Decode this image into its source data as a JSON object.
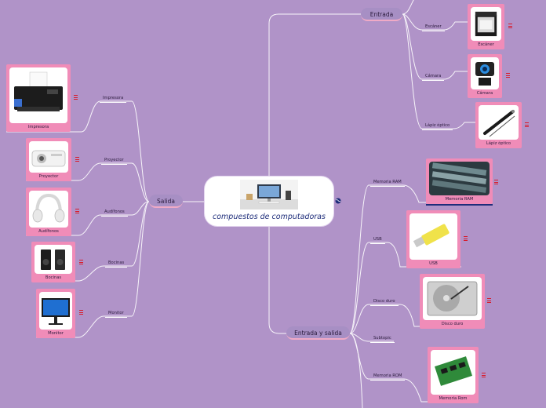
{
  "root": {
    "title": "compuestos de computadoras",
    "image_icon": "computer-setup-image"
  },
  "branches": {
    "entrada": "Entrada",
    "salida": "Salida",
    "entrada_salida": "Entrada y salida"
  },
  "entrada": {
    "escaner": {
      "label": "Escáner",
      "caption": "Escáner"
    },
    "camara": {
      "label": "Cámara",
      "caption": "Cámara"
    },
    "lapiz": {
      "label": "Lápiz óptico",
      "caption": "Lápiz óptico"
    }
  },
  "salida": {
    "impresora": {
      "label": "Impresora",
      "caption": "Impresora"
    },
    "proyector": {
      "label": "Proyector",
      "caption": "Proyector"
    },
    "audifonos": {
      "label": "Audífonos",
      "caption": "Audífonos"
    },
    "bocinas": {
      "label": "Bocinas",
      "caption": "Bocinas"
    },
    "monitor": {
      "label": "Monitor",
      "caption": "Monitor"
    }
  },
  "entrada_salida": {
    "memoria_ram": {
      "label": "Memoria RAM",
      "caption": "Memoria RAM"
    },
    "usb": {
      "label": "USB",
      "caption": "USB"
    },
    "disco_duro": {
      "label": "Disco duro",
      "caption": "Disco duro"
    },
    "subtopic": {
      "label": "Subtopic"
    },
    "memoria_rom": {
      "label": "Memoria ROM",
      "caption": "Memoria Rom"
    }
  },
  "colors": {
    "background": "#b093c8",
    "card": "#f08cb8",
    "note": "#d81b2b",
    "title": "#1e2d7a"
  }
}
